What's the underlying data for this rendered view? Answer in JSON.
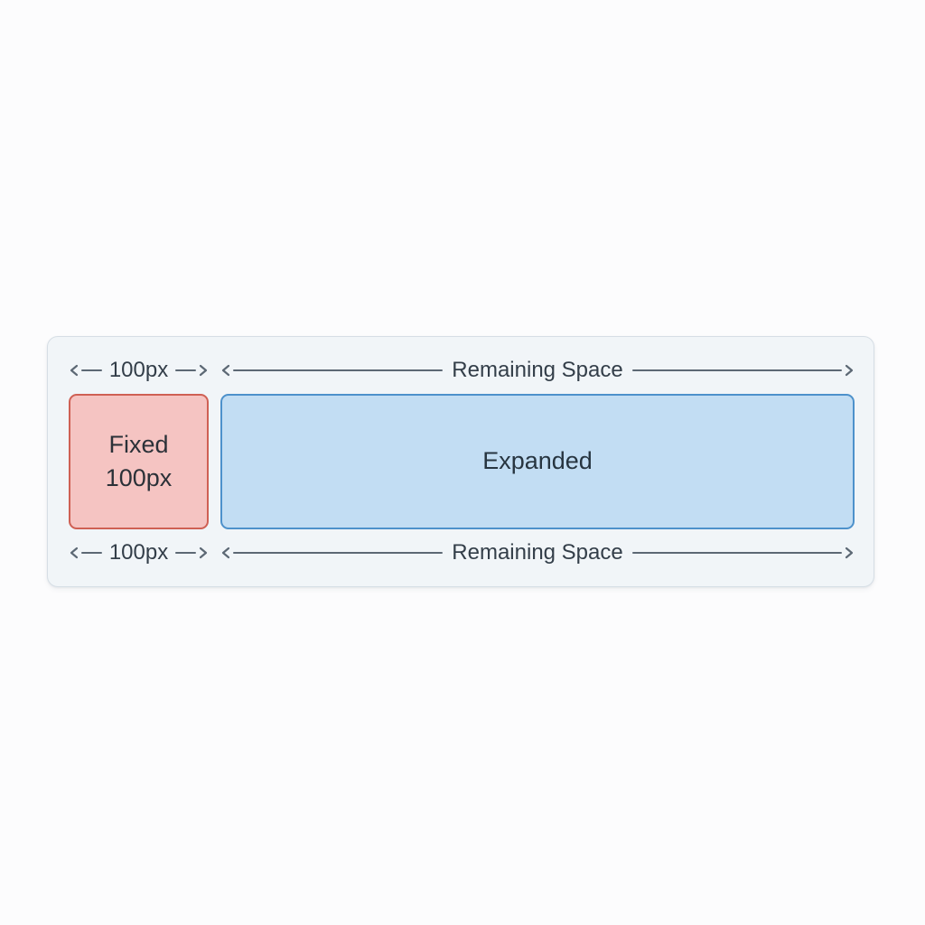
{
  "diagram": {
    "panel": {
      "background": "#f1f5f8",
      "border_color": "#d6dee5"
    },
    "arrow_color": "#5c6874",
    "label_color": "#333e49",
    "measure_top": {
      "fixed_label": "100px",
      "flex_label": "Remaining Space"
    },
    "measure_bottom": {
      "fixed_label": "100px",
      "flex_label": "Remaining Space"
    },
    "fixed_box": {
      "lines": [
        "Fixed",
        "100px"
      ],
      "fill": "#f5c4c2",
      "border": "#cf6054",
      "text_color": "#2b3138"
    },
    "expanded_box": {
      "label": "Expanded",
      "fill": "#c2ddf3",
      "border": "#4d91cb",
      "text_color": "#273540"
    }
  }
}
